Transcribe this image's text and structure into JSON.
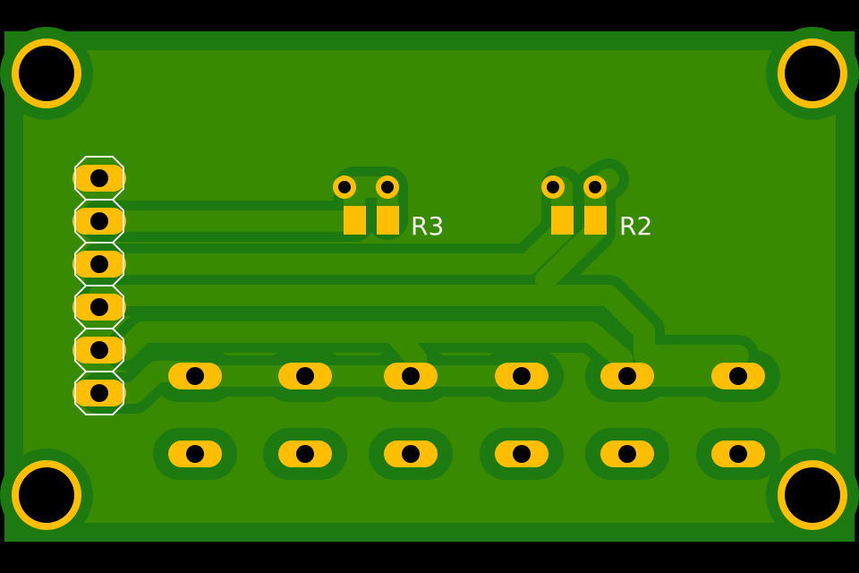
{
  "board": {
    "title": "PCB layout",
    "colors": {
      "background": "#000000",
      "substrate": "#1c7a10",
      "copper_pour": "#388a00",
      "pad": "#ffbf00",
      "drill": "#000000",
      "silkscreen": "#f4f4f4"
    }
  },
  "components": [
    {
      "ref": "R3"
    },
    {
      "ref": "R2"
    }
  ]
}
